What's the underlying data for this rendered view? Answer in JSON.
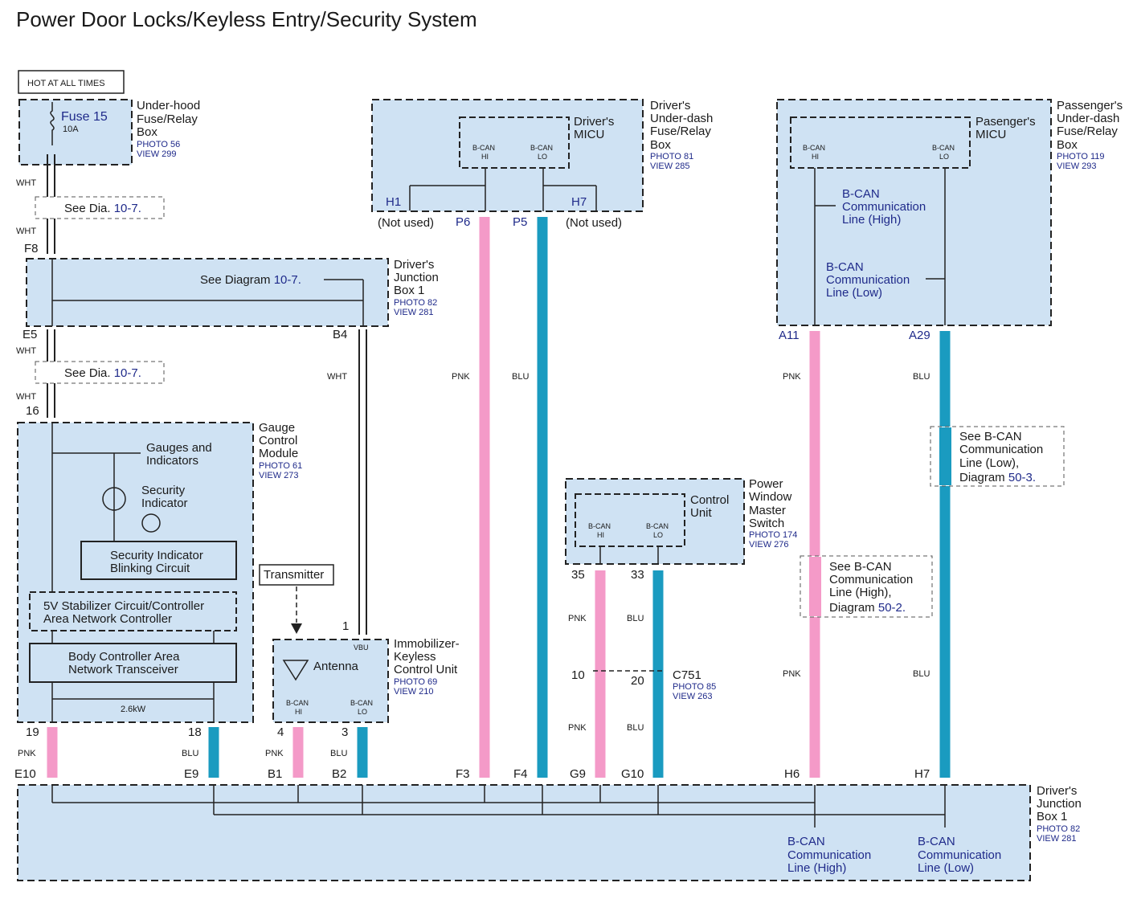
{
  "title": "Power Door Locks/Keyless Entry/Security System",
  "hot_label": "HOT AT ALL TIMES",
  "fuse": {
    "name": "Fuse 15",
    "rating": "10A"
  },
  "underhood": {
    "name1": "Under-hood",
    "name2": "Fuse/Relay",
    "name3": "Box",
    "photo": "PHOTO 56",
    "view": "VIEW 299"
  },
  "see_dia": {
    "prefix": "See Dia.",
    "ref": "10-7."
  },
  "see_diagram": {
    "prefix": "See Diagram",
    "ref": "10-7."
  },
  "djb_top": {
    "name1": "Driver's",
    "name2": "Junction",
    "name3": "Box 1",
    "photo": "PHOTO 82",
    "view": "VIEW 281"
  },
  "driver_udash": {
    "name1": "Driver's",
    "name2": "Under-dash",
    "name3": "Fuse/Relay",
    "name4": "Box",
    "photo": "PHOTO 81",
    "view": "VIEW 285",
    "micu1": "Driver's",
    "micu2": "MICU"
  },
  "pass_udash": {
    "name1": "Passenger's",
    "name2": "Under-dash",
    "name3": "Fuse/Relay",
    "name4": "Box",
    "photo": "PHOTO 119",
    "view": "VIEW 293",
    "micu1": "Pasenger's",
    "micu2": "MICU"
  },
  "bcan": {
    "hi": "HI",
    "lo": "LO",
    "b": "B-CAN"
  },
  "bcan_comm": {
    "l1": "B-CAN",
    "l2": "Communication",
    "high": "Line (High)",
    "low": "Line (Low)"
  },
  "not_used": "(Not used)",
  "gauge": {
    "name1": "Gauge",
    "name2": "Control",
    "name3": "Module",
    "photo": "PHOTO 61",
    "view": "VIEW 273",
    "gauges1": "Gauges and",
    "gauges2": "Indicators",
    "sec1": "Security",
    "sec2": "Indicator",
    "blink1": "Security Indicator",
    "blink2": "Blinking Circuit",
    "stab1": "5V Stabilizer Circuit/Controller",
    "stab2": "Area Network Controller",
    "trans1": "Body Controller Area",
    "trans2": "Network Transceiver",
    "res": "2.6kW"
  },
  "transmitter": "Transmitter",
  "immob": {
    "name1": "Immobilizer-",
    "name2": "Keyless",
    "name3": "Control Unit",
    "photo": "PHOTO 69",
    "view": "VIEW 210",
    "antenna": "Antenna",
    "vbu": "VBU"
  },
  "pwms": {
    "name1": "Power",
    "name2": "Window",
    "name3": "Master",
    "name4": "Switch",
    "photo": "PHOTO 174",
    "view": "VIEW 276",
    "cu1": "Control",
    "cu2": "Unit"
  },
  "c751": {
    "name": "C751",
    "photo": "PHOTO 85",
    "view": "VIEW 263"
  },
  "see_bcan_low": {
    "l1": "See B-CAN",
    "l2": "Communication",
    "l3": "Line (Low),",
    "l4": "Diagram",
    "ref": "50-3."
  },
  "see_bcan_high": {
    "l1": "See B-CAN",
    "l2": "Communication",
    "l3": "Line (High),",
    "l4": "Diagram",
    "ref": "50-2."
  },
  "djb_bottom": {
    "name1": "Driver's",
    "name2": "Junction",
    "name3": "Box 1",
    "photo": "PHOTO 82",
    "view": "VIEW 281"
  },
  "colors": {
    "WHT": "WHT",
    "PNK": "PNK",
    "BLU": "BLU",
    "pink": "#f49ac8",
    "blue": "#1a9bc0",
    "box_fill": "#cfe2f3"
  },
  "pins": {
    "F8": "F8",
    "E5": "E5",
    "B4": "B4",
    "p16": "16",
    "H1": "H1",
    "H7": "H7",
    "P6": "P6",
    "P5": "P5",
    "A11": "A11",
    "A29": "A29",
    "p1": "1",
    "p35": "35",
    "p33": "33",
    "p10": "10",
    "p20": "20",
    "p19": "19",
    "p18": "18",
    "p4": "4",
    "p3": "3",
    "E10": "E10",
    "E9": "E9",
    "B1": "B1",
    "B2": "B2",
    "F3": "F3",
    "F4": "F4",
    "G9": "G9",
    "G10": "G10",
    "H6": "H6",
    "H7b": "H7"
  }
}
